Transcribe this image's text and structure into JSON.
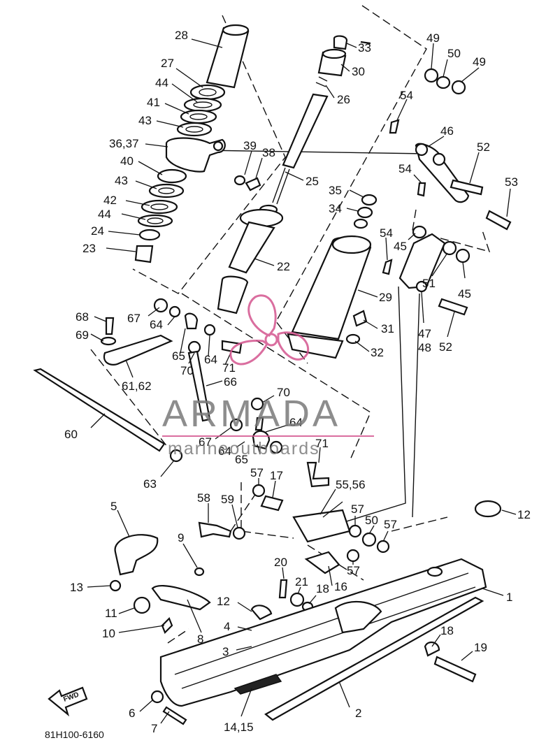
{
  "diagram": {
    "labels": {
      "l28": "28",
      "l27": "27",
      "l44a": "44",
      "l41": "41",
      "l43a": "43",
      "l3637": "36,37",
      "l40": "40",
      "l43b": "43",
      "l42": "42",
      "l44b": "44",
      "l24": "24",
      "l23": "23",
      "l39": "39",
      "l38": "38",
      "l25": "25",
      "l22": "22",
      "l33": "33",
      "l30": "30",
      "l26": "26",
      "l35": "35",
      "l34": "34",
      "l29": "29",
      "l31": "31",
      "l32": "32",
      "l49a": "49",
      "l50a": "50",
      "l49b": "49",
      "l54a": "54",
      "l46": "46",
      "l52a": "52",
      "l54b": "54",
      "l53": "53",
      "l54c": "54",
      "l45a": "45",
      "l51": "51",
      "l45b": "45",
      "l47": "47",
      "l48": "48",
      "l52b": "52",
      "l68": "68",
      "l67a": "67",
      "l64a": "64",
      "l69": "69",
      "l65a": "65",
      "l70a": "70",
      "l64b": "64",
      "l71a": "71",
      "l6162": "61,62",
      "l66": "66",
      "l70b": "70",
      "l60": "60",
      "l67b": "67",
      "l64c": "64",
      "l64d": "64",
      "l65b": "65",
      "l63": "63",
      "l71b": "71",
      "l57a": "57",
      "l17": "17",
      "l5556": "55,56",
      "l58": "58",
      "l59": "59",
      "l57b": "57",
      "l50b": "50",
      "l57c": "57",
      "l57d": "57",
      "l12a": "12",
      "l5": "5",
      "l9": "9",
      "l20": "20",
      "l21": "21",
      "l18a": "18",
      "l16": "16",
      "l1": "1",
      "l13": "13",
      "l12b": "12",
      "l11": "11",
      "l4": "4",
      "l10": "10",
      "l8": "8",
      "l3": "3",
      "l18b": "18",
      "l19": "19",
      "l6": "6",
      "l7": "7",
      "l2": "2",
      "l1415": "14,15"
    },
    "fwd_label": "FWD",
    "code": "81H100-6160"
  },
  "watermark": {
    "brand": "ARMADA",
    "sub": "marineoutboards",
    "color": "#d4558f",
    "text_color": "#7a7a7a"
  }
}
